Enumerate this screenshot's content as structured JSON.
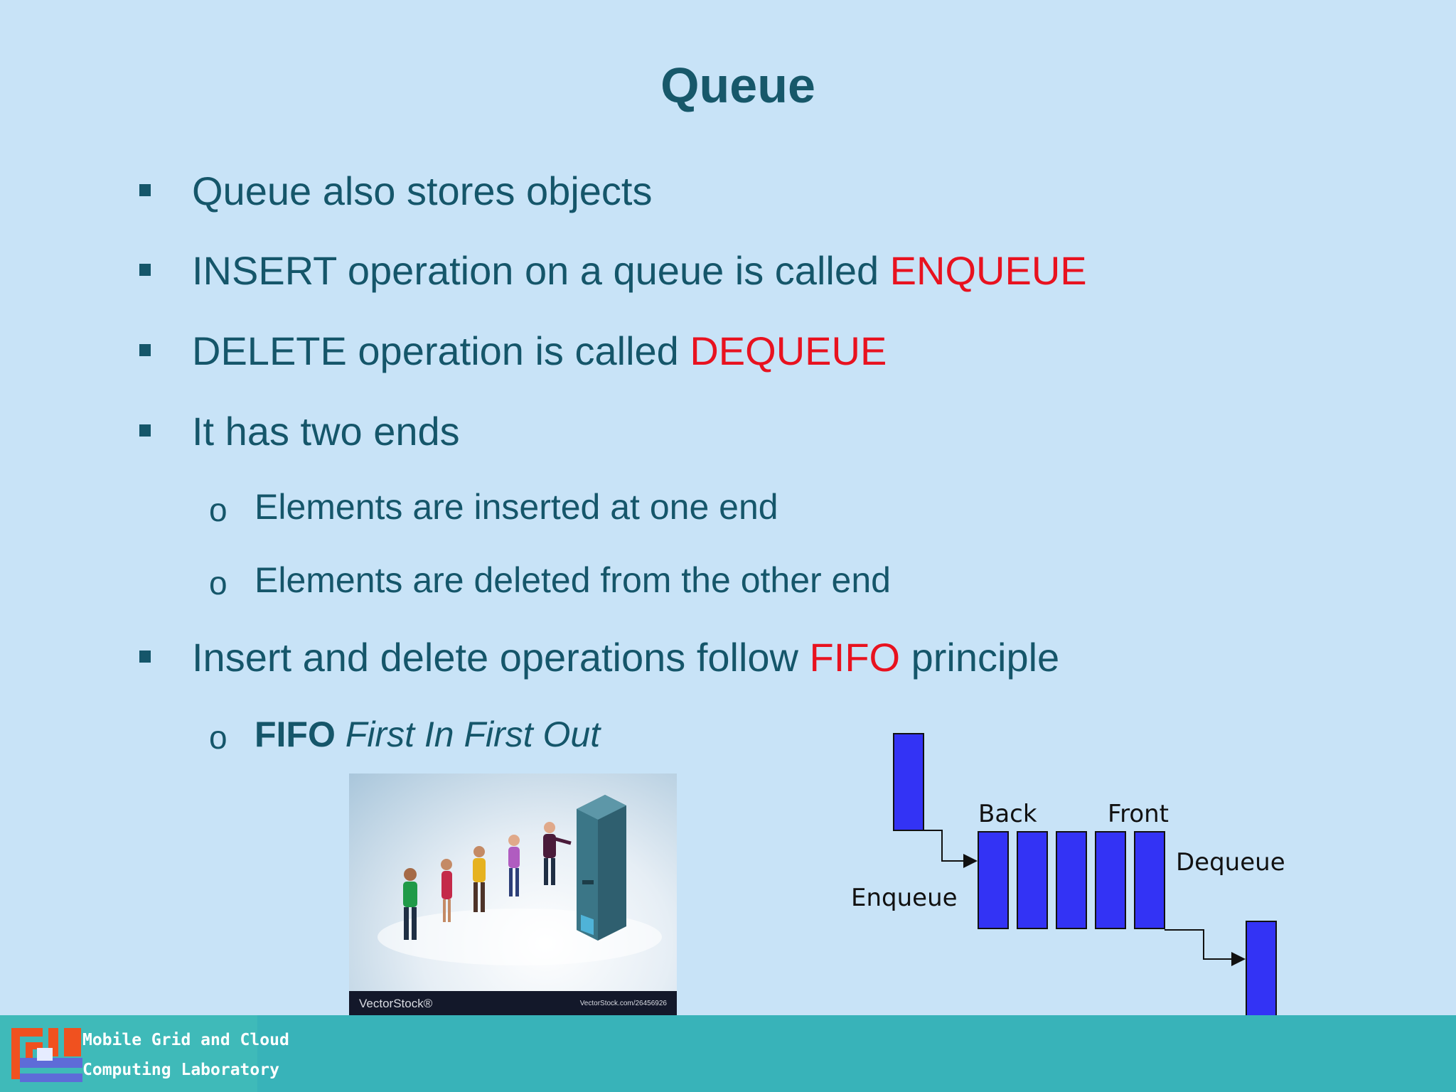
{
  "slide": {
    "title": "Queue",
    "bullets": [
      {
        "text": "Queue also stores objects"
      },
      {
        "text": "INSERT operation on a queue is called ",
        "highlight": "ENQUEUE"
      },
      {
        "text": "DELETE operation is called ",
        "highlight": "DEQUEUE"
      },
      {
        "text": "It has two ends",
        "sub": [
          "Elements are inserted at one end",
          "Elements are deleted from the other end"
        ]
      },
      {
        "text_before": "Insert and delete operations follow ",
        "highlight": "FIFO",
        "text_after": " principle",
        "sub_fifo": {
          "bold": "FIFO",
          "italic": "First In First Out"
        }
      }
    ],
    "sub_marker": "o",
    "colors": {
      "text": "#15566a",
      "highlight": "#e8121f",
      "background": "#c8e3f7",
      "footer": "#38b3b9",
      "queue_block": "#3333f5"
    }
  },
  "illustration": {
    "brand": "VectorStock®",
    "ref": "VectorStock.com/26456926"
  },
  "diagram": {
    "labels": {
      "back": "Back",
      "front": "Front",
      "enqueue": "Enqueue",
      "dequeue": "Dequeue"
    }
  },
  "footer": {
    "logo_line1": "Mobile Grid and Cloud",
    "logo_line2": "Computing Laboratory"
  }
}
